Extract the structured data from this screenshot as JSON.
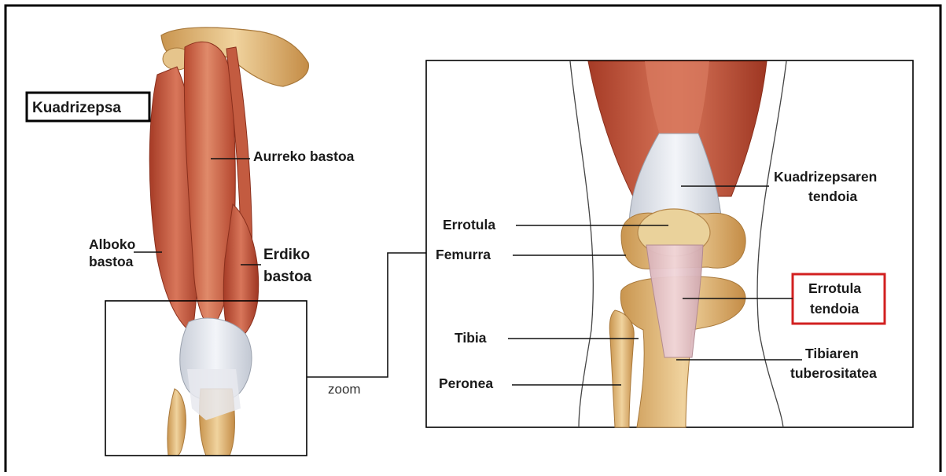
{
  "title_box": "Kuadrizepsa",
  "left_labels": {
    "aurreko_bastoa": "Aurreko bastoa",
    "alboko_bastoa_1": "Alboko",
    "alboko_bastoa_2": "bastoa",
    "erdiko_bastoa_1": "Erdiko",
    "erdiko_bastoa_2": "bastoa"
  },
  "zoom_label": "zoom",
  "right_labels": {
    "kuadrizepsaren_tendoia_1": "Kuadrizepsaren",
    "kuadrizepsaren_tendoia_2": "tendoia",
    "errotula": "Errotula",
    "femurra": "Femurra",
    "errotula_tendoia_1": "Errotula",
    "errotula_tendoia_2": "tendoia",
    "tibia": "Tibia",
    "tibiaren_tuberositatea_1": "Tibiaren",
    "tibiaren_tuberositatea_2": "tuberositatea",
    "peronea": "Peronea"
  },
  "colors": {
    "frame": "#000000",
    "highlight_box": "#d22020",
    "muscle": "#c8583f",
    "muscle_light": "#e08a6a",
    "tendon": "#dfe3ea",
    "bone": "#e8c48a",
    "bone_dark": "#c99a55"
  }
}
